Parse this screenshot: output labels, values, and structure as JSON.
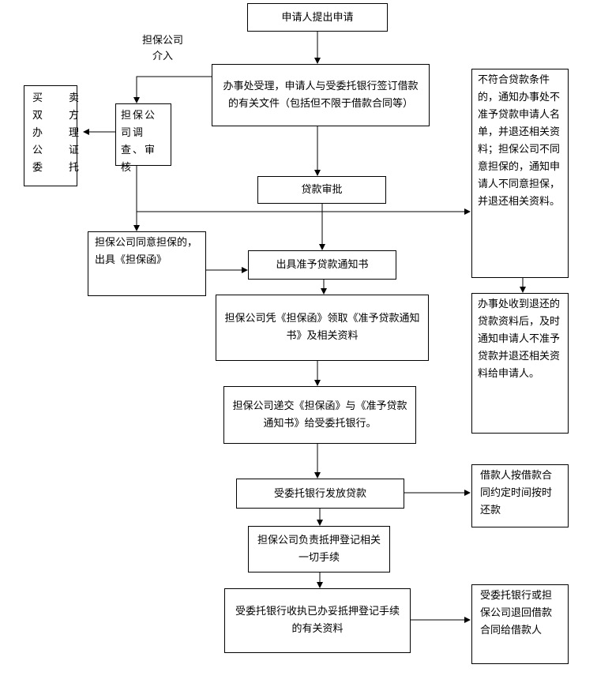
{
  "nodes": {
    "apply": "申请人提出申请",
    "guarantor_join": "担保公司介入",
    "accept": "办事处受理，申请人与受委托银行签订借款的有关文件（包括但不限于借款合同等）",
    "guarantor_check": "担保公司调查、审核",
    "buyer_seller": [
      "买　卖",
      "双　方",
      "办　理",
      "公　证",
      "委　托"
    ],
    "loan_approval": "贷款审批",
    "guarantor_agree": "担保公司同意担保的，出具《担保函》",
    "notice": "出具准予贷款通知书",
    "reject": "不符合贷款条件的，通知办事处不准予贷款申请人名单，并退还相关资料；担保公司不同意担保的，通知申请人不同意担保，并退还相关资料。",
    "collect": "担保公司凭《担保函》领取《准予贷款通知书》及相关资料",
    "office_return": "办事处收到退还的贷款资料后，及时通知申请人不准予贷款并退还相关资料给申请人。",
    "submit": "担保公司递交《担保函》与《准予贷款通知书》给受委托银行。",
    "disburse": "受委托银行发放贷款",
    "repay": "借款人按借款合同约定时间按时还款",
    "mortgage": "担保公司负责抵押登记相关一切手续",
    "receipt": "受委托银行收执已办妥抵押登记手续的有关资料",
    "return_contract": "受委托银行或担保公司退回借款合同给借款人"
  }
}
